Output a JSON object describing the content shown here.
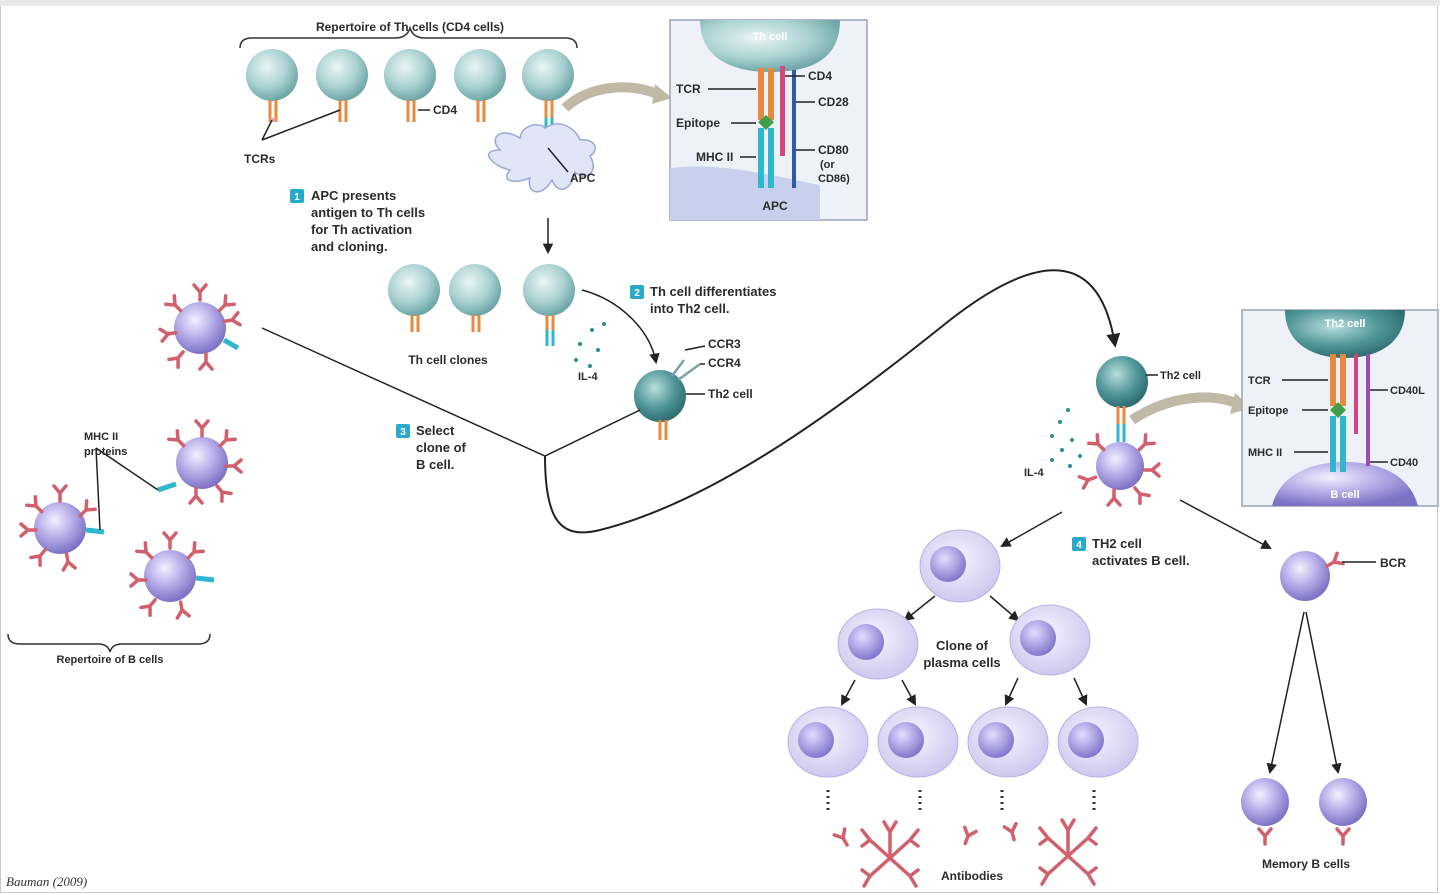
{
  "top_brace_label": "Repertoire of Th cells (CD4 cells)",
  "cd4_label": "CD4",
  "tcrs_label": "TCRs",
  "apc_label": "APC",
  "step1": {
    "num": "1",
    "lines": [
      "APC presents",
      "antigen to Th cells",
      "for Th activation",
      "and cloning."
    ]
  },
  "inset1": {
    "cell": "Th cell",
    "tcr": "TCR",
    "epitope": "Epitope",
    "mhc": "MHC II",
    "cd4": "CD4",
    "cd28": "CD28",
    "cd80_1": "CD80",
    "cd80_2": "(or",
    "cd80_3": "CD86)",
    "apc": "APC"
  },
  "th_clones_label": "Th cell clones",
  "step2": {
    "num": "2",
    "lines": [
      "Th cell differentiates",
      "into Th2 cell."
    ]
  },
  "il4_label": "IL-4",
  "ccr3_label": "CCR3",
  "ccr4_label": "CCR4",
  "th2_label": "Th2 cell",
  "step3": {
    "num": "3",
    "lines": [
      "Select",
      "clone of",
      "B cell."
    ]
  },
  "mhc_proteins_1": "MHC II",
  "mhc_proteins_2": "proteins",
  "b_repertoire_label": "Repertoire of B cells",
  "th2_cell_right": "Th2 cell",
  "il4_right": "IL-4",
  "inset2": {
    "cell": "Th2 cell",
    "tcr": "TCR",
    "epitope": "Epitope",
    "mhc": "MHC II",
    "cd40l": "CD40L",
    "cd40": "CD40",
    "bcell": "B cell"
  },
  "step4": {
    "num": "4",
    "lines": [
      "TH2 cell",
      "activates B cell."
    ]
  },
  "plasma_label_1": "Clone of",
  "plasma_label_2": "plasma cells",
  "bcr_label": "BCR",
  "antibodies_label": "Antibodies",
  "memory_label": "Memory B cells",
  "credit": "Bauman (2009)",
  "colors": {
    "th_cell": "#b9d9d9",
    "th2_cell": "#5fa0a3",
    "b_cell": "#a99fdc",
    "antibody": "#d2606c",
    "mhc": "#2fb7cf",
    "tcr": "#e9893f",
    "inset_bg": "#d3dcf0",
    "step_badge": "#2aa9c9"
  }
}
